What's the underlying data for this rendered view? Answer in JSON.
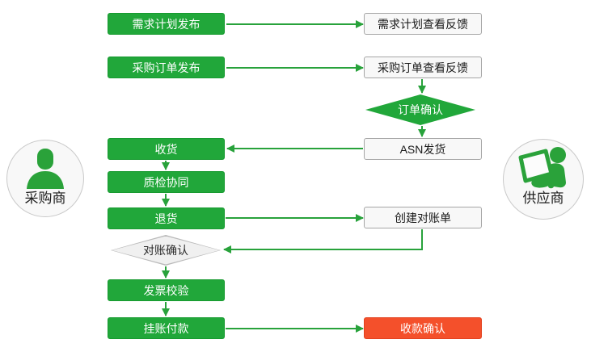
{
  "diagram": {
    "actors": {
      "buyer": {
        "label": "采购商",
        "icon": "person-icon"
      },
      "supplier": {
        "label": "供应商",
        "icon": "person-laptop-icon"
      }
    },
    "nodes": {
      "demand_plan_publish": {
        "label": "需求计划发布",
        "style": "green-box"
      },
      "demand_plan_feedback": {
        "label": "需求计划查看反馈",
        "style": "outline-box"
      },
      "po_publish": {
        "label": "采购订单发布",
        "style": "green-box"
      },
      "po_feedback": {
        "label": "采购订单查看反馈",
        "style": "outline-box"
      },
      "order_confirm": {
        "label": "订单确认",
        "style": "green-diamond"
      },
      "asn_ship": {
        "label": "ASN发货",
        "style": "outline-box"
      },
      "receive": {
        "label": "收货",
        "style": "green-box"
      },
      "quality": {
        "label": "质检协同",
        "style": "green-box"
      },
      "returns": {
        "label": "退货",
        "style": "green-box"
      },
      "create_statement": {
        "label": "创建对账单",
        "style": "outline-box"
      },
      "statement_confirm": {
        "label": "对账确认",
        "style": "gray-diamond"
      },
      "invoice_check": {
        "label": "发票校验",
        "style": "green-box"
      },
      "payment": {
        "label": "挂账付款",
        "style": "green-box"
      },
      "receipt_confirm": {
        "label": "收款确认",
        "style": "red-box"
      }
    },
    "palette": {
      "green_fill": "#21a73a",
      "green_border": "#179a30",
      "line_green": "#28a23b",
      "red_fill": "#f4502b",
      "red_border": "#e2421f",
      "outline_fill": "#f8f8f8",
      "outline_border": "#a6a6a6",
      "gray_diamond_fill": "#f0f0f0",
      "gray_diamond_border": "#b9b9b9",
      "circle_fill": "#f8f8f8",
      "circle_border": "#c9c9c9"
    }
  }
}
